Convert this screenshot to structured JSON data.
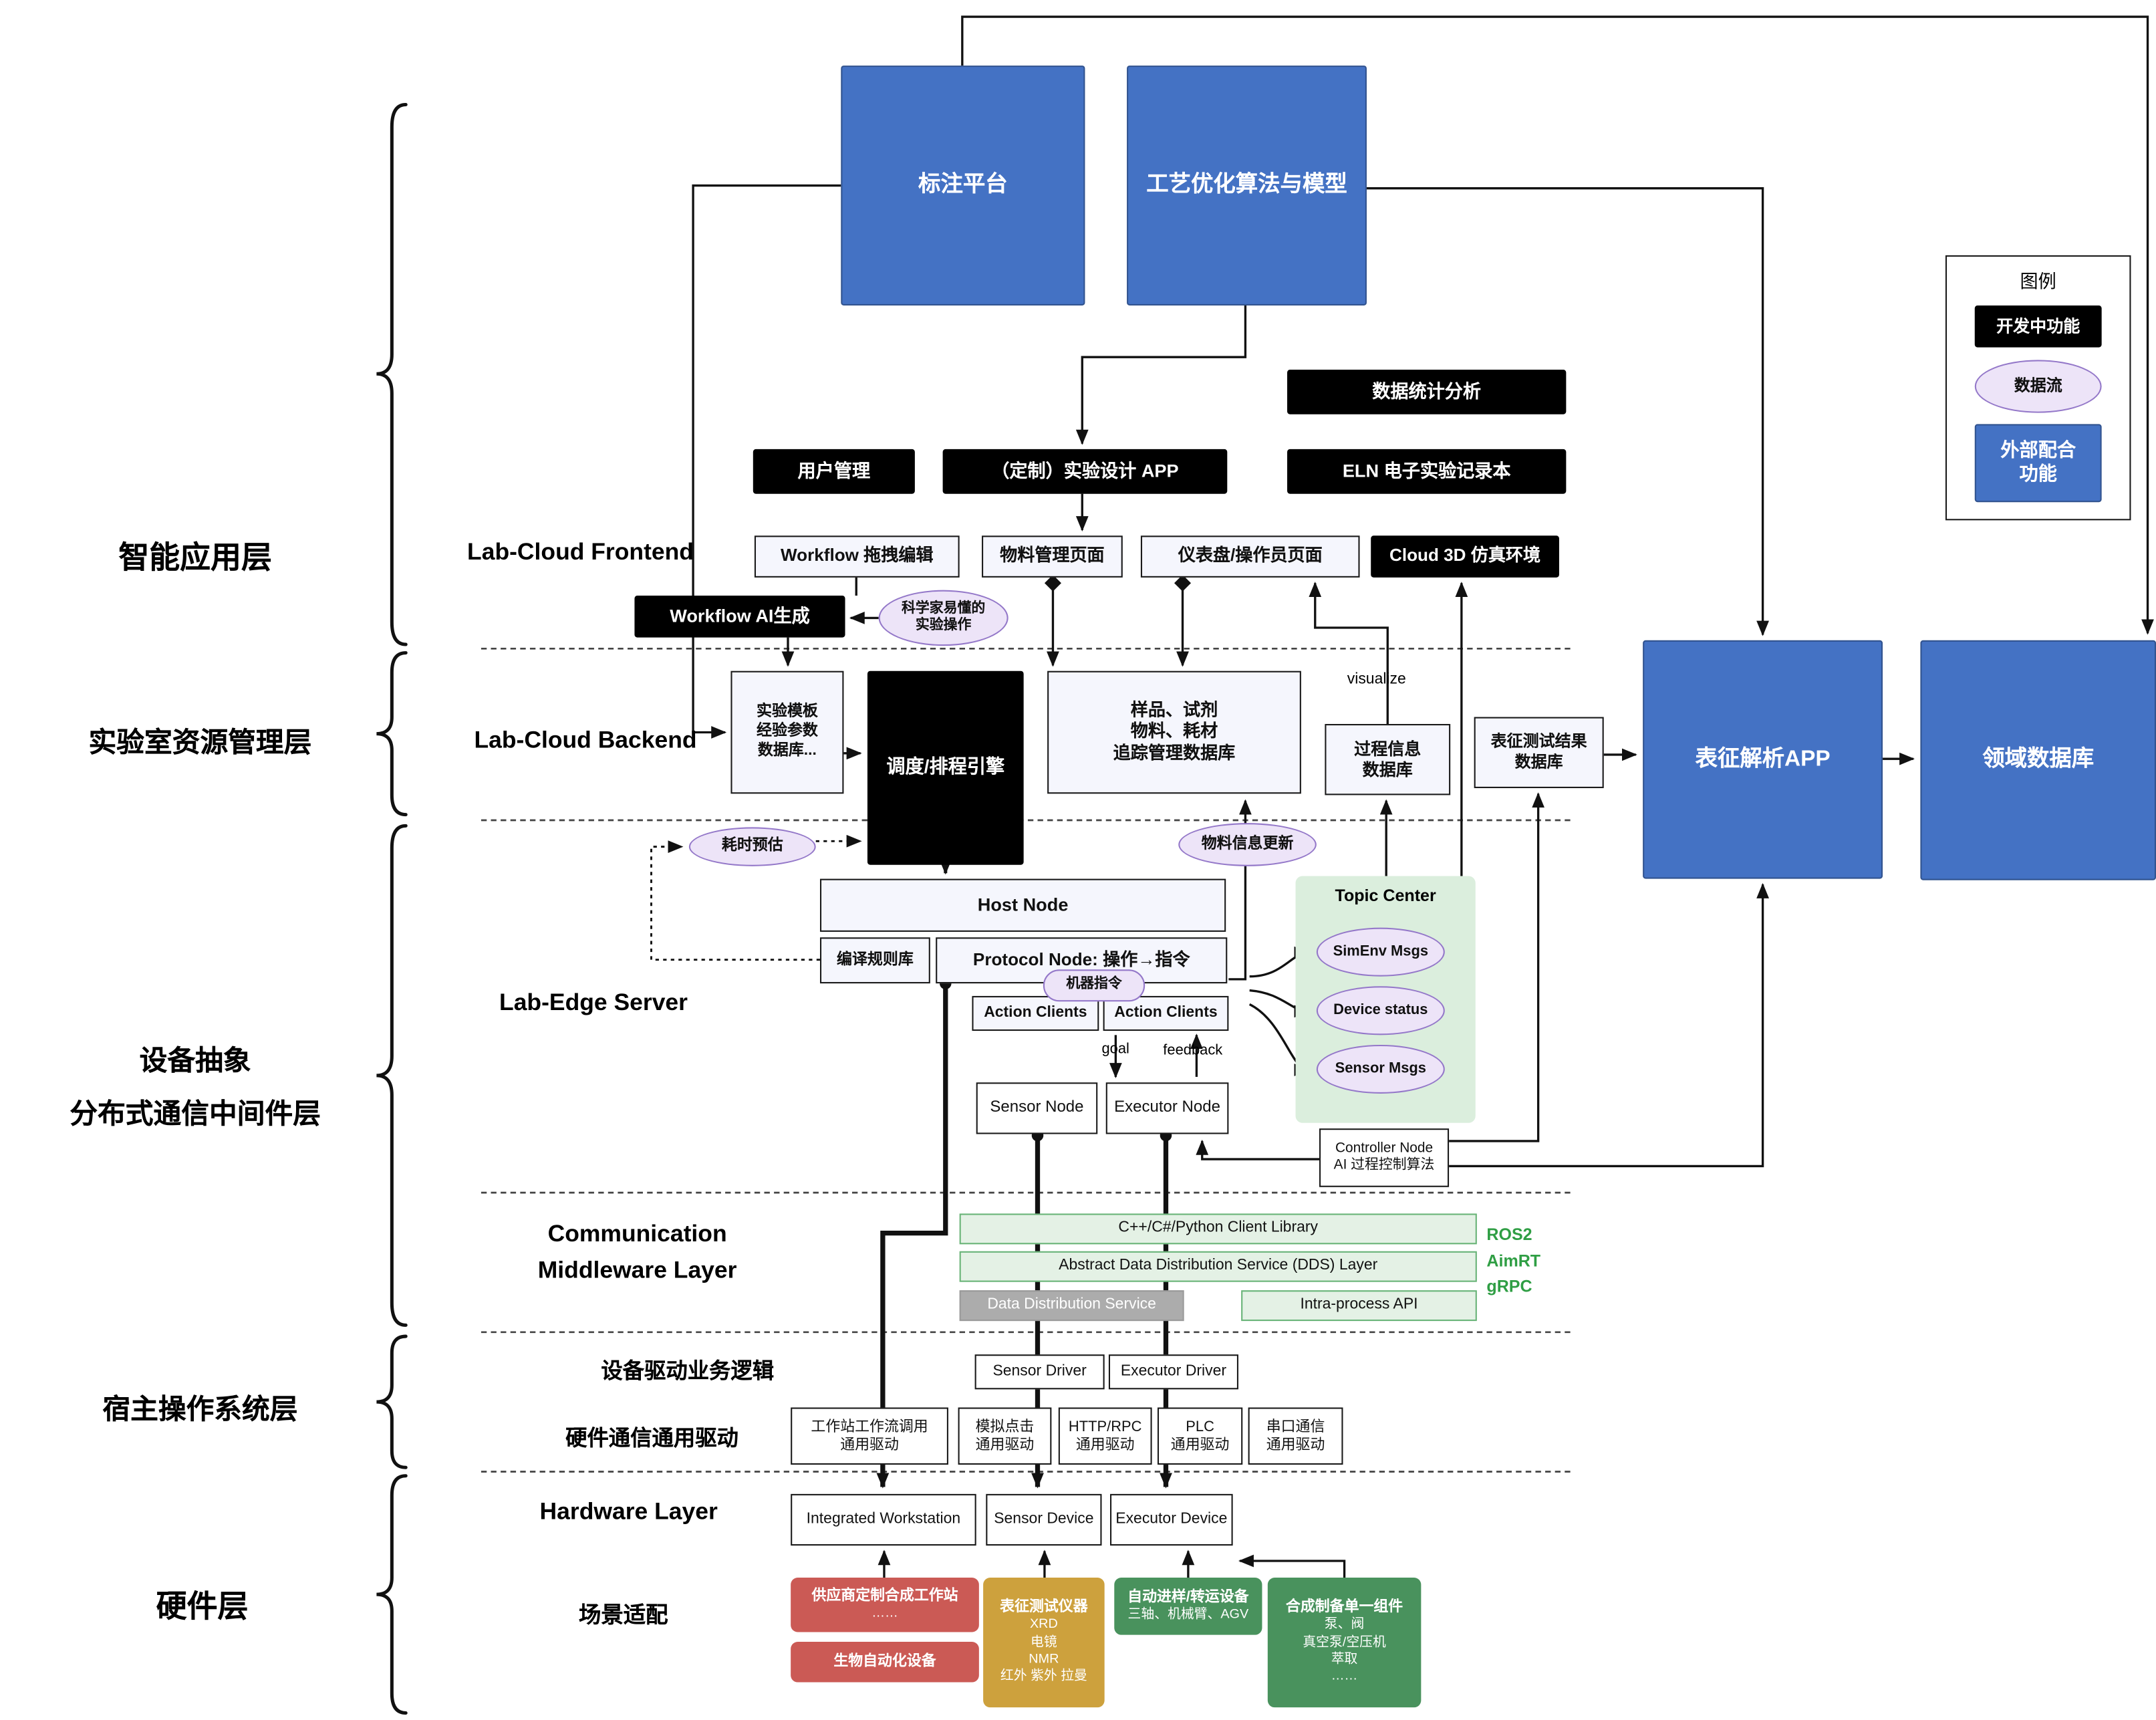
{
  "top": {
    "annotation_platform": "标注平台",
    "process_opt": "工艺优化算法与模型"
  },
  "legend": {
    "title": "图例",
    "dev": "开发中功能",
    "dataflow": "数据流",
    "external": "外部配合\n功能"
  },
  "layer_labels": {
    "app": "智能应用层",
    "resource": "实验室资源管理层",
    "device": "设备抽象\n分布式通信中间件层",
    "host": "宿主操作系统层",
    "hardware": "硬件层"
  },
  "sections": {
    "frontend": "Lab-Cloud Frontend",
    "backend": "Lab-Cloud Backend",
    "edge": "Lab-Edge Server",
    "middleware": "Communication\nMiddleware Layer",
    "driver_logic": "设备驱动业务逻辑",
    "hw_driver": "硬件通信通用驱动",
    "hardware": "Hardware Layer",
    "scene": "场景适配"
  },
  "frontend": {
    "stats": "数据统计分析",
    "user_mgmt": "用户管理",
    "exp_design": "（定制）实验设计 APP",
    "eln": "ELN 电子实验记录本",
    "workflow_edit": "Workflow 拖拽编辑",
    "material_page": "物料管理页面",
    "dashboard": "仪表盘/操作员页面",
    "cloud3d": "Cloud 3D 仿真环境",
    "workflow_ai": "Workflow AI生成",
    "sci_ops": "科学家易懂的\n实验操作"
  },
  "backend": {
    "template_db": "实验模板\n经验参数\n数据库...",
    "scheduler": "调度/排程引擎",
    "sample_db": "样品、试剂\n物料、耗材\n追踪管理数据库",
    "visualize": "visualize",
    "process_db": "过程信息\n数据库",
    "char_db": "表征测试结果\n数据库",
    "char_app": "表征解析APP",
    "domain_db": "领域数据库",
    "time_estimate": "耗时预估",
    "material_update": "物料信息更新"
  },
  "edge": {
    "host_node": "Host Node",
    "rules": "编译规则库",
    "protocol": "Protocol Node: 操作→指令",
    "machine_cmd": "机器指令",
    "action_clients": "Action Clients",
    "goal": "goal",
    "feedback": "feedback",
    "sensor_node": "Sensor Node",
    "executor_node": "Executor Node",
    "topic_center": "Topic Center",
    "simenv": "SimEnv Msgs",
    "device_status": "Device status",
    "sensor_msgs": "Sensor Msgs",
    "controller": "Controller Node\nAI 过程控制算法"
  },
  "middleware": {
    "client_lib": "C++/C#/Python Client Library",
    "dds_layer": "Abstract Data Distribution Service (DDS) Layer",
    "dds_service": "Data Distribution Service",
    "intra_api": "Intra-process API",
    "stack": "ROS2\nAimRT\ngRPC"
  },
  "host_os": {
    "sensor_driver": "Sensor Driver",
    "executor_driver": "Executor Driver",
    "drv1": "工作站工作流调用\n通用驱动",
    "drv2": "模拟点击\n通用驱动",
    "drv3": "HTTP/RPC\n通用驱动",
    "drv4": "PLC\n通用驱动",
    "drv5": "串口通信\n通用驱动"
  },
  "hardware": {
    "workstation": "Integrated Workstation",
    "sensor_device": "Sensor Device",
    "executor_device": "Executor Device",
    "vendor_title": "供应商定制合成工作站",
    "vendor_sub": "……",
    "bio": "生物自动化设备",
    "char_title": "表征测试仪器",
    "char_sub": "XRD\n电镜\nNMR\n红外 紫外 拉曼",
    "sampler_title": "自动进样/转运设备",
    "sampler_sub": "三轴、机械臂、AGV",
    "comp_title": "合成制备单一组件",
    "comp_sub": "泵、阀\n真空泵/空压机\n萃取\n……"
  },
  "colors": {
    "blue": "#4472C4",
    "dev_black": "#000000",
    "dataflow_purple": "#EDE4F8",
    "topic_green": "#DBEEDD",
    "middleware_green": "#E4F1E5",
    "vendor_red": "#CB5A55",
    "char_gold": "#CDA13D",
    "component_green": "#49925D"
  }
}
